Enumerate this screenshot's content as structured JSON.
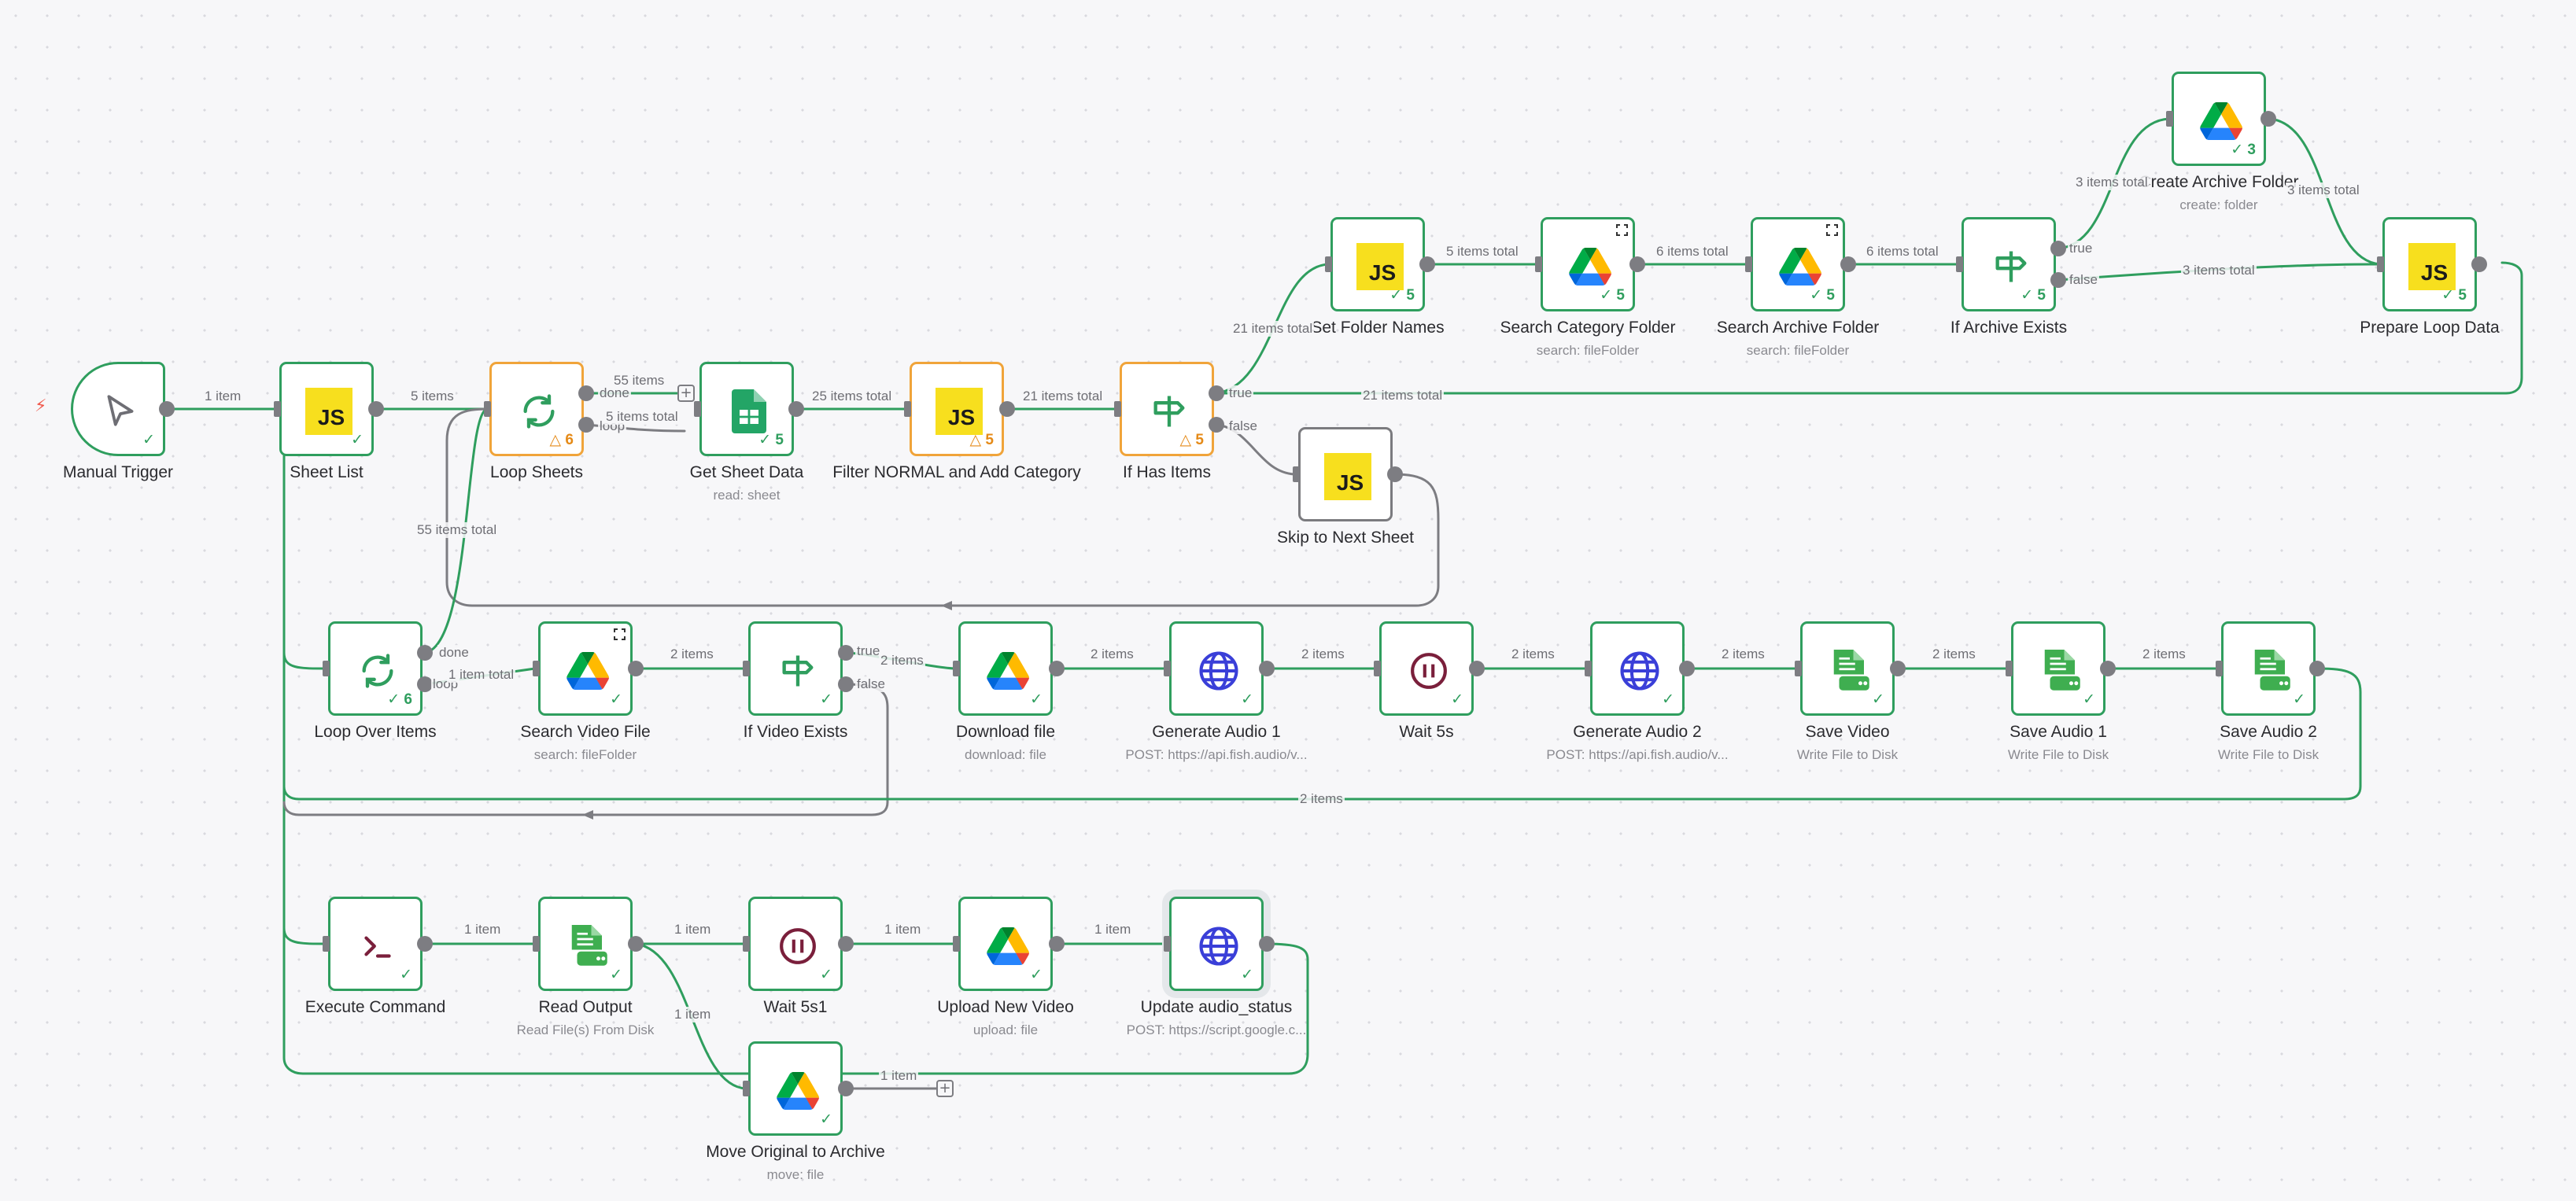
{
  "nodes": {
    "manual_trigger": {
      "name": "Manual Trigger",
      "status": "✓"
    },
    "sheet_list": {
      "name": "Sheet List",
      "icon_text": "JS",
      "status": "✓"
    },
    "loop_sheets": {
      "name": "Loop Sheets",
      "status": "△ 6"
    },
    "get_sheet_data": {
      "name": "Get Sheet Data",
      "sub": "read: sheet",
      "status": "✓ 5"
    },
    "filter_normal": {
      "name": "Filter NORMAL and Add Category",
      "icon_text": "JS",
      "status": "△ 5"
    },
    "if_has_items": {
      "name": "If Has Items",
      "status": "△ 5"
    },
    "skip_next_sheet": {
      "name": "Skip to Next Sheet",
      "icon_text": "JS"
    },
    "set_folder_names": {
      "name": "Set Folder Names",
      "icon_text": "JS",
      "status": "✓ 5"
    },
    "search_category_folder": {
      "name": "Search Category Folder",
      "sub": "search: fileFolder",
      "status": "✓ 5"
    },
    "search_archive_folder": {
      "name": "Search Archive Folder",
      "sub": "search: fileFolder",
      "status": "✓ 5"
    },
    "if_archive_exists": {
      "name": "If Archive Exists",
      "status": "✓ 5"
    },
    "create_archive_folder": {
      "name": "Create Archive Folder",
      "sub": "create: folder",
      "status": "✓ 3"
    },
    "prepare_loop_data": {
      "name": "Prepare Loop Data",
      "icon_text": "JS",
      "status": "✓ 5"
    },
    "loop_over_items": {
      "name": "Loop Over Items",
      "status": "✓ 6"
    },
    "search_video_file": {
      "name": "Search Video File",
      "sub": "search: fileFolder",
      "status": "✓"
    },
    "if_video_exists": {
      "name": "If Video Exists",
      "status": "✓"
    },
    "download_file": {
      "name": "Download file",
      "sub": "download: file",
      "status": "✓"
    },
    "generate_audio_1": {
      "name": "Generate Audio 1",
      "sub": "POST: https://api.fish.audio/v...",
      "status": "✓"
    },
    "wait_5s": {
      "name": "Wait 5s",
      "status": "✓"
    },
    "generate_audio_2": {
      "name": "Generate Audio 2",
      "sub": "POST: https://api.fish.audio/v...",
      "status": "✓"
    },
    "save_video": {
      "name": "Save Video",
      "sub": "Write File to Disk",
      "status": "✓"
    },
    "save_audio_1": {
      "name": "Save Audio 1",
      "sub": "Write File to Disk",
      "status": "✓"
    },
    "save_audio_2": {
      "name": "Save Audio 2",
      "sub": "Write File to Disk",
      "status": "✓"
    },
    "execute_command": {
      "name": "Execute Command",
      "status": "✓"
    },
    "read_output": {
      "name": "Read Output",
      "sub": "Read File(s) From Disk",
      "status": "✓"
    },
    "wait_5s1": {
      "name": "Wait 5s1",
      "status": "✓"
    },
    "upload_new_video": {
      "name": "Upload New Video",
      "sub": "upload: file",
      "status": "✓"
    },
    "update_audio_status": {
      "name": "Update audio_status",
      "sub": "POST: https://script.google.c...",
      "status": "✓"
    },
    "move_original": {
      "name": "Move Original to Archive",
      "sub": "move: file",
      "status": "✓"
    }
  },
  "edge_labels": {
    "trigger_sheet": "1 item",
    "sheet_loop": "5 items",
    "loop_done_count": "55 items",
    "loop_done": "done",
    "loop_loop": "loop",
    "loop_loop_count": "5 items total",
    "get_filter": "25 items total",
    "filter_if": "21 items total",
    "if_true": "true",
    "if_false": "false",
    "if_true_set": "21 items total",
    "set_search": "5 items total",
    "cat_arch": "6 items total",
    "arch_ifarch": "6 items total",
    "ifarch_true_count": "3 items total",
    "ifarch_true": "true",
    "ifarch_false": "false",
    "ifarch_false_count": "3 items total",
    "create_prepare": "3 items total",
    "prepare_back": "21 items total",
    "loopitems_back": "55 items total",
    "loopitems_done": "done",
    "loopitems_loop": "loop",
    "loopitems_search": "1 item total",
    "search_ifvideo": "2 items",
    "ifvideo_true": "true",
    "ifvideo_false": "false",
    "ifvideo_download": "2 items",
    "download_gen1": "2 items",
    "gen1_wait": "2 items",
    "wait_gen2": "2 items",
    "gen2_savevideo": "2 items",
    "savevideo_saveaudio1": "2 items",
    "saveaudio1_saveaudio2": "2 items",
    "saveaudio2_back": "2 items",
    "exec_read": "1 item",
    "read_wait": "1 item",
    "read_move": "1 item",
    "wait_upload": "1 item",
    "upload_update": "1 item",
    "move_back": "1 item"
  },
  "colors": {
    "success": "#2f9e5e",
    "warning": "#f0a43a",
    "js": "#f7df1e",
    "http": "#3a3fd8",
    "wait": "#7a1f3b"
  }
}
